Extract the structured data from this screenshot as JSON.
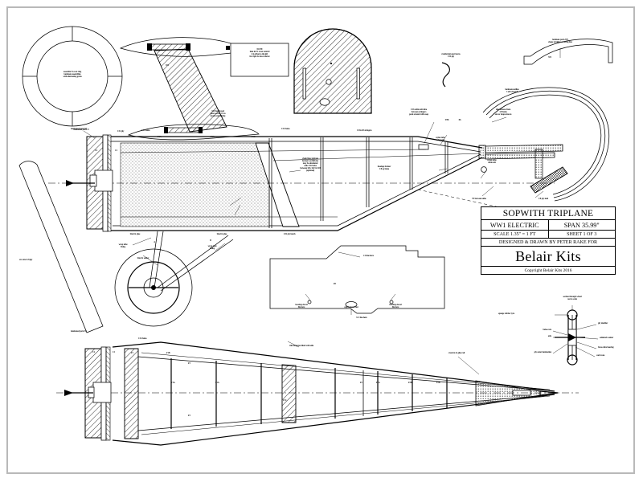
{
  "sheet": {
    "kind": "model-aircraft-plan",
    "border_color": "#b9b9b9"
  },
  "title_block": {
    "title": "SOPWITH TRIPLANE",
    "type": "WW1 ELECTRIC",
    "span": "SPAN 35.99\"",
    "scale": "SCALE 1.35\" = 1 FT",
    "sheet_no": "SHEET 1 OF 3",
    "credit": "DESIGNED & DRAWN BY PETER RAKE FOR",
    "brand": "Belair Kits",
    "copyright": "Copyright Belair Kits 2016"
  },
  "notes": {
    "note_box": "NOTE\nhole in F1 is not central\nit is offset to the left\nfor right & down thrust",
    "cowl_ring": "assemble N cowl ring\nlaminate assemblies\nwith alternating grain",
    "laminate_w9": "laminate parts W9\nshape to follow covering line",
    "chain_line": "chain lines indicate\nformers on full size\nmay be simulated\nwith 1/16 balsa\nbetween S01, S02 & S03\n(optional)",
    "fuselage_former": "fuselage former\n1/8 sq balsa",
    "tail_surface": "tail surfaces from\n1/8 balsa\nsize or shape shown",
    "elevator_joiner": "1/16 cable exit tube\nbetween stringers\npack around with soap",
    "wheel_section": "section through wheel\nnot to scale",
    "trim_longeron": "trim longeron flush with side",
    "crack_glue": "crack in & glue rail"
  },
  "callouts": [
    {
      "id": "lam_n",
      "text": "laminated parts N"
    },
    {
      "id": "lam_m",
      "text": "laminated parts M"
    },
    {
      "id": "ply132",
      "text": "1/32 ply"
    },
    {
      "id": "balsa116_a",
      "text": "1/16 balsa"
    },
    {
      "id": "balsa116_b",
      "text": "1/16 balsa"
    },
    {
      "id": "balsa116_c",
      "text": "1/16 balsa"
    },
    {
      "id": "hardwood",
      "text": "3/16 hardwood\nglue to strut CS to\nlocate centre king"
    },
    {
      "id": "stringers",
      "text": "1/16x1/8 stringers"
    },
    {
      "id": "nylon_a",
      "text": "nylon tube\ncable exit"
    },
    {
      "id": "nylon_b",
      "text": "nylon tube\ncable exit"
    },
    {
      "id": "rudder_horn",
      "text": "rudder/elevator horns\n1/16 ply"
    },
    {
      "id": "lam_outline",
      "text": "laminate outline\n3 off 1/16x1/8"
    },
    {
      "id": "tp8",
      "text": "TP8"
    },
    {
      "id": "tp9",
      "text": "TP9"
    },
    {
      "id": "p6",
      "text": "P6"
    },
    {
      "id": "ply_skid",
      "text": "1/8 ply skid"
    },
    {
      "id": "t3",
      "text": "T3 between sides"
    },
    {
      "id": "wrap_a",
      "text": "wrap tube\nfixing"
    },
    {
      "id": "wrap_b",
      "text": "wrap tube\nfixing"
    },
    {
      "id": "bind_glue_a",
      "text": "bind & glue"
    },
    {
      "id": "bind_glue_b",
      "text": "bind & glue"
    },
    {
      "id": "bind_solder",
      "text": "bind & solder"
    },
    {
      "id": "uc_strut",
      "text": "u/c strut 1/8 ply"
    },
    {
      "id": "ply_hatch",
      "text": "1/32 ply hatch"
    },
    {
      "id": "cs_line_here",
      "text": "CS line here"
    },
    {
      "id": "uc_line_here",
      "text": "UC line here"
    },
    {
      "id": "locating_dowel_l",
      "text": "locating dowel\nfits here"
    },
    {
      "id": "locating_dowel_r",
      "text": "locating dowel\nfits here"
    },
    {
      "id": "captive_nut",
      "text": "captive head nut"
    },
    {
      "id": "strut_a",
      "text": "A"
    },
    {
      "id": "strut_b",
      "text": "B"
    }
  ],
  "wheel_labels": [
    {
      "id": "sponge",
      "text": "sponge rubber tyre"
    },
    {
      "id": "balsa_core",
      "text": "balsa core"
    },
    {
      "id": "axle",
      "text": "axle"
    },
    {
      "id": "ply_outer",
      "text": "ply outer lamination"
    },
    {
      "id": "ply_doubler",
      "text": "ply doubler"
    },
    {
      "id": "soldered_washer",
      "text": "soldered washer"
    },
    {
      "id": "brass_tube",
      "text": "brass tube bearing"
    },
    {
      "id": "card_cone",
      "text": "card cone"
    }
  ],
  "former_labels_side": [
    "C1",
    "C2",
    "F1A",
    "F1A",
    "F1A",
    "F1C",
    "F2",
    "F2A",
    "F2B"
  ],
  "former_labels_plan": [
    "C1",
    "C2",
    "F1",
    "F1B",
    "F3",
    "F1A",
    "F1A",
    "F1C",
    "F2",
    "F2A",
    "F2B",
    "F3"
  ],
  "part_labels": [
    "W9",
    "F8",
    "F1",
    "S1",
    "S2",
    "S3"
  ]
}
